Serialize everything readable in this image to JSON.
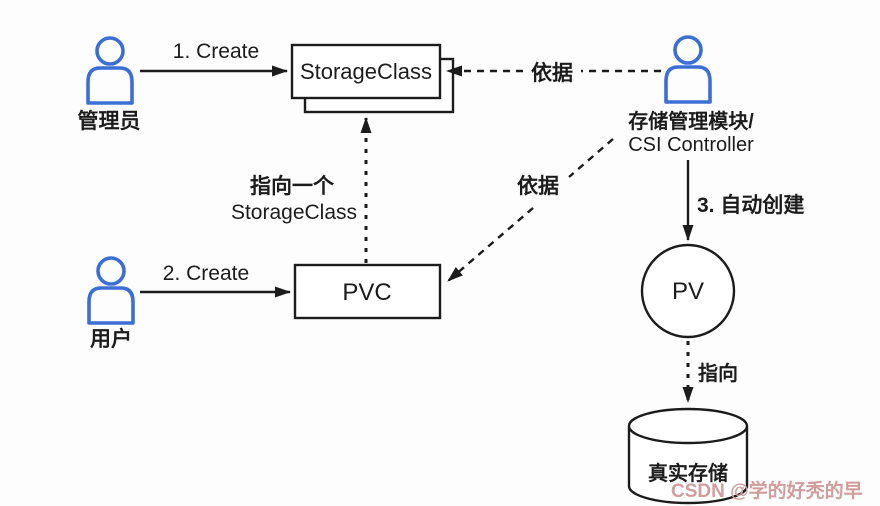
{
  "diagram": {
    "actors": {
      "admin": {
        "label": "管理员"
      },
      "user": {
        "label": "用户"
      },
      "csi_controller": {
        "label_line1": "存储管理模块/",
        "label_line2": "CSI Controller"
      }
    },
    "nodes": {
      "storage_class": {
        "label": "StorageClass",
        "shape": "stacked-rect"
      },
      "pvc": {
        "label": "PVC",
        "shape": "rect"
      },
      "pv": {
        "label": "PV",
        "shape": "circle"
      },
      "real_storage": {
        "label": "真实存储",
        "shape": "cylinder"
      }
    },
    "edges": {
      "admin_create_sc": {
        "label": "1. Create",
        "style": "solid",
        "from": "admin",
        "to": "storage_class"
      },
      "user_create_pvc": {
        "label": "2. Create",
        "style": "solid",
        "from": "user",
        "to": "pvc"
      },
      "csi_auto_create_pv": {
        "label": "3. 自动创建",
        "style": "solid",
        "from": "csi_controller",
        "to": "pv"
      },
      "csi_depends_sc": {
        "label": "依据",
        "style": "dashed",
        "from": "csi_controller",
        "to": "storage_class"
      },
      "csi_depends_pvc": {
        "label": "依据",
        "style": "dashed",
        "from": "csi_controller",
        "to": "pvc"
      },
      "pvc_points_sc": {
        "label_line1": "指向一个",
        "label_line2": "StorageClass",
        "style": "dotted",
        "from": "pvc",
        "to": "storage_class"
      },
      "pv_points_storage": {
        "label": "指向",
        "style": "dotted",
        "from": "pv",
        "to": "real_storage"
      }
    },
    "watermark": {
      "text": "CSDN @学的好秃的早"
    },
    "colors": {
      "line": "#1c1c1c",
      "person": "#3b6fd6",
      "watermark": "#d09c9c",
      "background": "#fdfdfd"
    }
  }
}
